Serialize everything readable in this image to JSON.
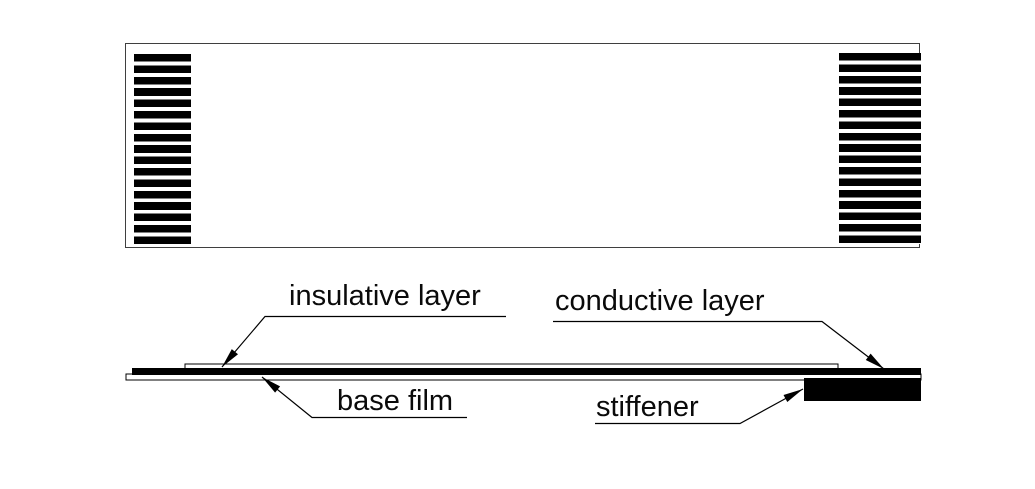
{
  "labels": {
    "insulative_layer": "insulative layer",
    "conductive_layer": "conductive layer",
    "base_film": "base film",
    "stiffener": "stiffener"
  },
  "top_view": {
    "left_conductor_stripe_count": 17,
    "right_conductor_stripe_count": 17
  },
  "colors": {
    "ink": "#000000",
    "background": "#ffffff",
    "topview_border": "#3f3f3f"
  }
}
